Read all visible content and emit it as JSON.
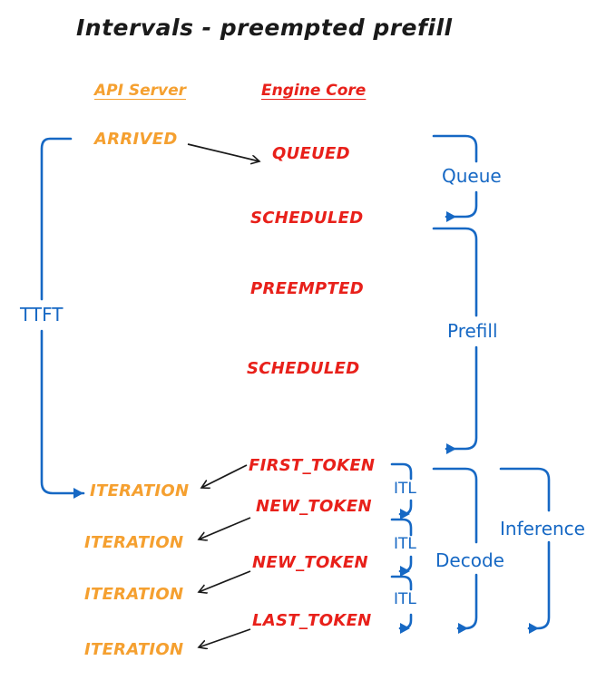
{
  "title": "Intervals - preempted prefill",
  "colors": {
    "api_server": "#F5A030",
    "engine_core": "#E8201A",
    "interval": "#1668C4",
    "arrow": "#1a1a1a",
    "background": "#ffffff"
  },
  "columns": {
    "api_server": "API Server",
    "engine_core": "Engine Core"
  },
  "api_server_events": [
    {
      "label": "ARRIVED"
    },
    {
      "label": "ITERATION"
    },
    {
      "label": "ITERATION"
    },
    {
      "label": "ITERATION"
    },
    {
      "label": "ITERATION"
    }
  ],
  "engine_core_events": [
    {
      "label": "QUEUED"
    },
    {
      "label": "SCHEDULED"
    },
    {
      "label": "PREEMPTED"
    },
    {
      "label": "SCHEDULED"
    },
    {
      "label": "FIRST_TOKEN"
    },
    {
      "label": "NEW_TOKEN"
    },
    {
      "label": "NEW_TOKEN"
    },
    {
      "label": "LAST_TOKEN"
    }
  ],
  "intervals": {
    "ttft": "TTFT",
    "queue": "Queue",
    "prefill": "Prefill",
    "decode": "Decode",
    "inference": "Inference",
    "itl_1": "ITL",
    "itl_2": "ITL",
    "itl_3": "ITL"
  }
}
